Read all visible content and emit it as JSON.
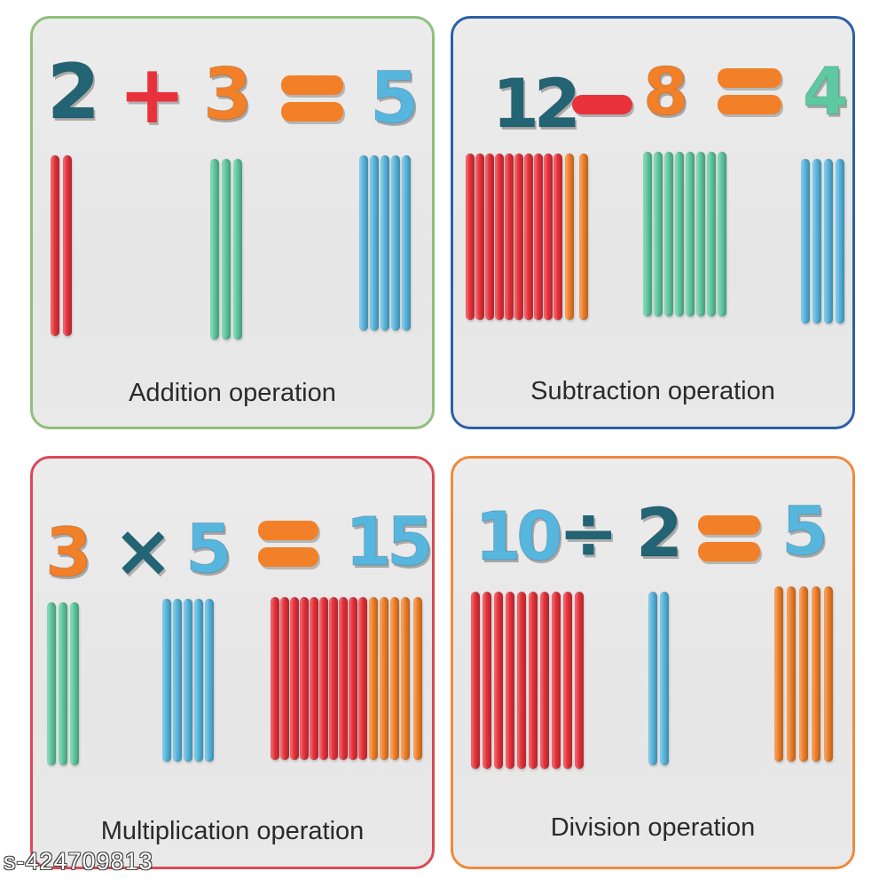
{
  "colors": {
    "red": "#e8313a",
    "orange": "#f28028",
    "teal_dark": "#226474",
    "sky_blue": "#56b6de",
    "mint_green": "#5ec9a1",
    "addition_border": "#8fc07d",
    "subtraction_border": "#2d5fa8",
    "multiplication_border": "#d94a55",
    "division_border": "#ef8a3c"
  },
  "panels": {
    "addition": {
      "equation": {
        "a": "2",
        "op": "+",
        "b": "3",
        "eq": "=",
        "result": "5"
      },
      "caption": "Addition operation",
      "stick_groups": [
        {
          "count": 2,
          "color": "red"
        },
        {
          "count": 3,
          "color": "mint_green"
        },
        {
          "count": 5,
          "color": "sky_blue"
        }
      ]
    },
    "subtraction": {
      "equation": {
        "a": "12",
        "op": "−",
        "b": "8",
        "eq": "=",
        "result": "4"
      },
      "caption": "Subtraction operation",
      "stick_groups": [
        {
          "count": 12,
          "color": "red"
        },
        {
          "count": 8,
          "color": "mint_green"
        },
        {
          "count": 4,
          "color": "sky_blue"
        }
      ]
    },
    "multiplication": {
      "equation": {
        "a": "3",
        "op": "×",
        "b": "5",
        "eq": "=",
        "result": "15"
      },
      "caption": "Multiplication operation",
      "stick_groups": [
        {
          "count": 3,
          "color": "mint_green"
        },
        {
          "count": 5,
          "color": "sky_blue"
        },
        {
          "count": 15,
          "color": "red"
        }
      ]
    },
    "division": {
      "equation": {
        "a": "10",
        "op": "÷",
        "b": "2",
        "eq": "=",
        "result": "5"
      },
      "caption": "Division operation",
      "stick_groups": [
        {
          "count": 10,
          "color": "red"
        },
        {
          "count": 2,
          "color": "sky_blue"
        },
        {
          "count": 5,
          "color": "orange"
        }
      ]
    }
  },
  "watermark": "s-424709813"
}
